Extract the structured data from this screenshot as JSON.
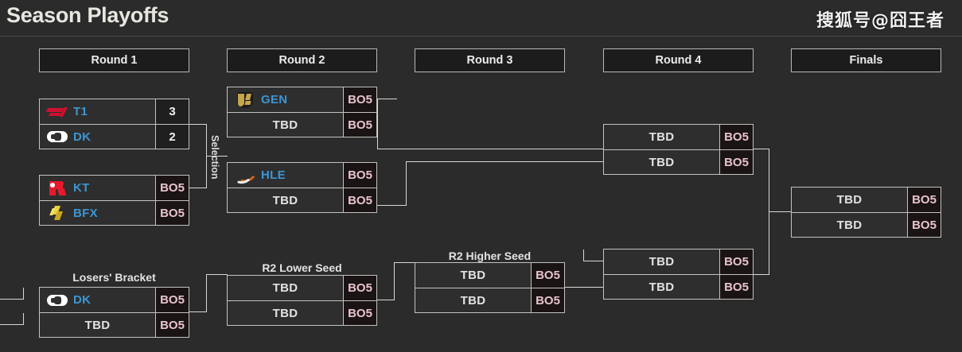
{
  "header": {
    "title": "Season Playoffs",
    "watermark": "搜狐号@囧王者"
  },
  "rounds": [
    {
      "label": "Round 1"
    },
    {
      "label": "Round 2"
    },
    {
      "label": "Round 3"
    },
    {
      "label": "Round 4"
    },
    {
      "label": "Finals"
    }
  ],
  "labels": {
    "selection": "Selection",
    "losers_bracket": "Losers' Bracket",
    "r2_lower_seed": "R2 Lower Seed",
    "r2_higher_seed": "R2 Higher Seed"
  },
  "colors": {
    "background": "#2b2b2b",
    "box_border": "#c3c3be",
    "team_name": "#3d96d4",
    "score_text": "#e9c3cd",
    "line": "#d8d8d3"
  },
  "matches": {
    "r1_top": {
      "teams": [
        {
          "name": "T1",
          "logo": "t1-logo",
          "score": "3",
          "tbd": false,
          "numeric": true
        },
        {
          "name": "DK",
          "logo": "dk-logo",
          "score": "2",
          "tbd": false,
          "numeric": true
        }
      ]
    },
    "r1_bottom": {
      "teams": [
        {
          "name": "KT",
          "logo": "kt-logo",
          "score": "BO5",
          "tbd": false,
          "numeric": false
        },
        {
          "name": "BFX",
          "logo": "bfx-logo",
          "score": "BO5",
          "tbd": false,
          "numeric": false
        }
      ]
    },
    "r2_top": {
      "teams": [
        {
          "name": "GEN",
          "logo": "gen-logo",
          "score": "BO5",
          "tbd": false,
          "numeric": false
        },
        {
          "name": "TBD",
          "logo": "",
          "score": "BO5",
          "tbd": true,
          "numeric": false
        }
      ]
    },
    "r2_bottom": {
      "teams": [
        {
          "name": "HLE",
          "logo": "hle-logo",
          "score": "BO5",
          "tbd": false,
          "numeric": false
        },
        {
          "name": "TBD",
          "logo": "",
          "score": "BO5",
          "tbd": true,
          "numeric": false
        }
      ]
    },
    "losers_bracket": {
      "teams": [
        {
          "name": "DK",
          "logo": "dk-logo",
          "score": "BO5",
          "tbd": false,
          "numeric": false
        },
        {
          "name": "TBD",
          "logo": "",
          "score": "BO5",
          "tbd": true,
          "numeric": false
        }
      ]
    },
    "r2_lower_seed": {
      "teams": [
        {
          "name": "TBD",
          "logo": "",
          "score": "BO5",
          "tbd": true,
          "numeric": false
        },
        {
          "name": "TBD",
          "logo": "",
          "score": "BO5",
          "tbd": true,
          "numeric": false
        }
      ]
    },
    "r2_higher_seed": {
      "teams": [
        {
          "name": "TBD",
          "logo": "",
          "score": "BO5",
          "tbd": true,
          "numeric": false
        },
        {
          "name": "TBD",
          "logo": "",
          "score": "BO5",
          "tbd": true,
          "numeric": false
        }
      ]
    },
    "r4_top": {
      "teams": [
        {
          "name": "TBD",
          "logo": "",
          "score": "BO5",
          "tbd": true,
          "numeric": false
        },
        {
          "name": "TBD",
          "logo": "",
          "score": "BO5",
          "tbd": true,
          "numeric": false
        }
      ]
    },
    "r4_bottom": {
      "teams": [
        {
          "name": "TBD",
          "logo": "",
          "score": "BO5",
          "tbd": true,
          "numeric": false
        },
        {
          "name": "TBD",
          "logo": "",
          "score": "BO5",
          "tbd": true,
          "numeric": false
        }
      ]
    },
    "finals": {
      "teams": [
        {
          "name": "TBD",
          "logo": "",
          "score": "BO5",
          "tbd": true,
          "numeric": false
        },
        {
          "name": "TBD",
          "logo": "",
          "score": "BO5",
          "tbd": true,
          "numeric": false
        }
      ]
    }
  }
}
